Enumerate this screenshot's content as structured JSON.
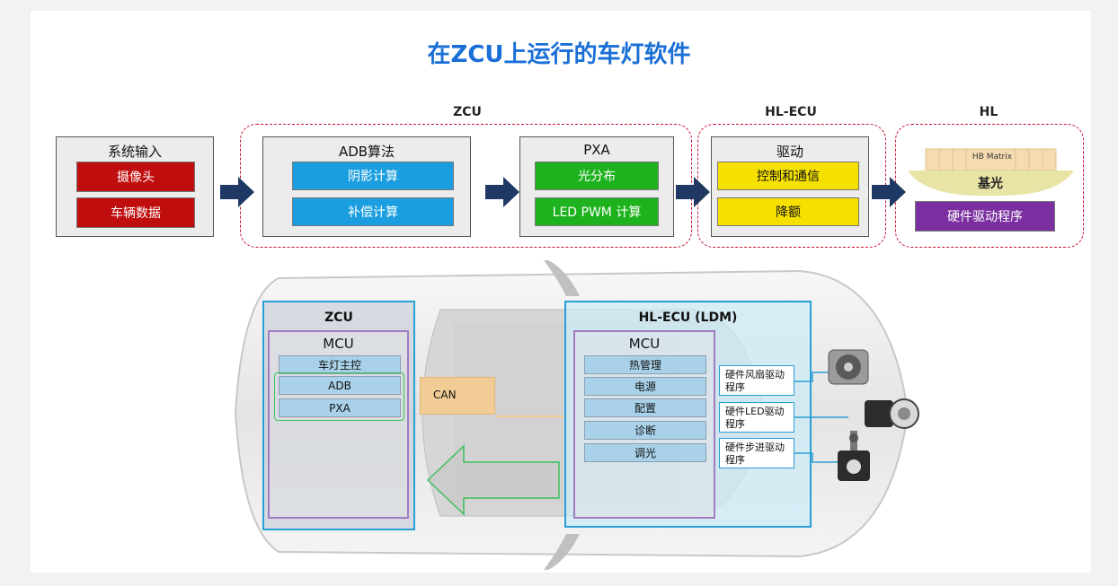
{
  "title": "在ZCU上运行的车灯软件",
  "group_labels": {
    "zcu": "ZCU",
    "hlecu": "HL-ECU",
    "hl": "HL"
  },
  "system_input": {
    "title": "系统输入",
    "items": [
      "摄像头",
      "车辆数据"
    ]
  },
  "adb": {
    "title": "ADB算法",
    "items": [
      "阴影计算",
      "补偿计算"
    ]
  },
  "pxa": {
    "title": "PXA",
    "items": [
      "光分布",
      "LED PWM 计算"
    ]
  },
  "driver": {
    "title": "驱动",
    "items": [
      "控制和通信",
      "降额"
    ]
  },
  "hl": {
    "matrix": "HB Matrix",
    "beam": "基光",
    "driver": "硬件驱动程序"
  },
  "car": {
    "zcu": {
      "title": "ZCU",
      "mcu": "MCU",
      "items": [
        "车灯主控",
        "ADB",
        "PXA"
      ]
    },
    "can": "CAN",
    "hlecu": {
      "title": "HL-ECU (LDM)",
      "mcu": "MCU",
      "items": [
        "热管理",
        "电源",
        "配置",
        "诊断",
        "调光"
      ],
      "drivers": [
        "硬件风扇驱动程序",
        "硬件LED驱动程序",
        "硬件步进驱动程序"
      ]
    }
  },
  "colors": {
    "title": "#1a6fd6",
    "arrow": "#1f3864",
    "dash": "#c8102e",
    "panel_border": "#2a9fd6"
  }
}
